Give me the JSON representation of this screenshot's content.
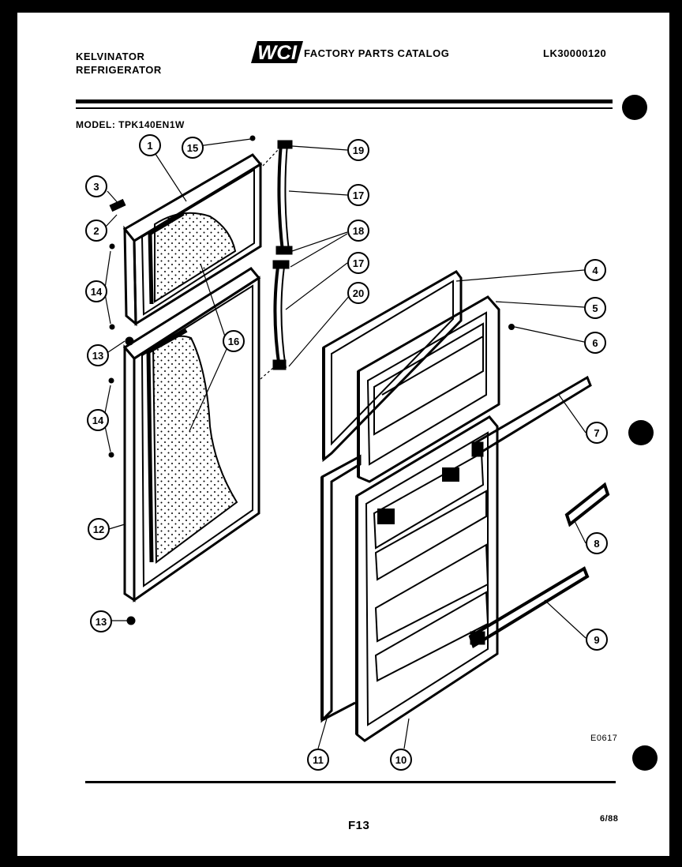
{
  "header": {
    "brand": "KELVINATOR",
    "product": "REFRIGERATOR",
    "catalog_title": "FACTORY PARTS CATALOG",
    "logo_text": "WCI",
    "catalog_code": "LK30000120"
  },
  "model_line": "MODEL: TPK140EN1W",
  "figure_code": "E0617",
  "footer": {
    "page": "F13",
    "date": "6/88"
  },
  "callouts": [
    "1",
    "2",
    "3",
    "4",
    "5",
    "6",
    "7",
    "8",
    "9",
    "10",
    "11",
    "12",
    "13",
    "13",
    "14",
    "14",
    "15",
    "16",
    "16",
    "17",
    "17",
    "18",
    "19",
    "20"
  ],
  "colors": {
    "ink": "#000000",
    "paper": "#ffffff",
    "border": "#000000"
  }
}
